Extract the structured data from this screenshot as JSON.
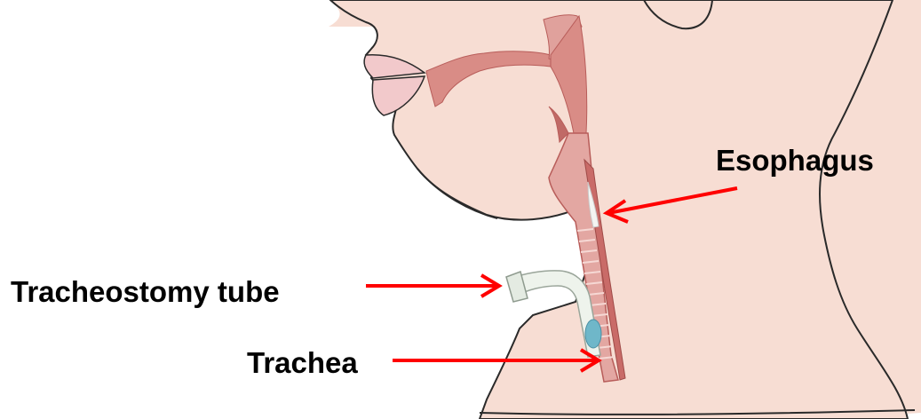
{
  "labels": {
    "esophagus": "Esophagus",
    "tracheostomy_tube": "Tracheostomy tube",
    "trachea": "Trachea"
  },
  "colors": {
    "skin": "#f7ddd3",
    "outline": "#2a2a2a",
    "airway": "#d98c86",
    "airway_dark": "#b85d5a",
    "tube": "#eef3ec",
    "cuff": "#6fb7c9",
    "arrow": "#ff0000"
  }
}
